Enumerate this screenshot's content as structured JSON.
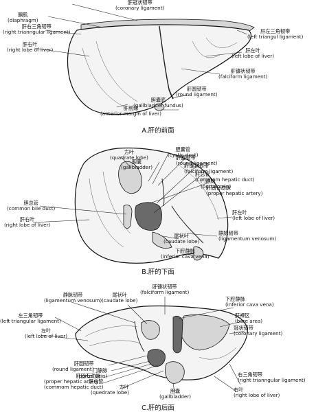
{
  "figure_a": {
    "caption": "A.肝的前面",
    "labels": {
      "coronary": {
        "zh": "肝冠状韧带",
        "en": "(coronary ligament)"
      },
      "diaphragm": {
        "zh": "膈肌",
        "en": "(diaphragm)"
      },
      "right_triangular": {
        "zh": "肝右三角韧带",
        "en": "(right trianngular ligament)"
      },
      "right_lobe": {
        "zh": "肝右叶",
        "en": "(right lobe of liver)"
      },
      "left_triangular": {
        "zh": "肝左三角韧带",
        "en": "(left triangul ligament)"
      },
      "left_lobe": {
        "zh": "肝左叶",
        "en": "(left lobe of liver)"
      },
      "falciform": {
        "zh": "肝镰状韧带",
        "en": "(falciform ligament)"
      },
      "round": {
        "zh": "肝圆韧带",
        "en": "(round ligament)"
      },
      "gallbladder_fundus": {
        "zh": "胆囊底",
        "en": "(gallbladder fundus)"
      },
      "anterior_margin": {
        "zh": "肝前缘",
        "en": "(anterior margin of liver)"
      }
    }
  },
  "figure_b": {
    "caption": "B.肝的下面",
    "labels": {
      "quadrate": {
        "zh": "方叶",
        "en": "(quadrate lobe)"
      },
      "cystic_duct": {
        "zh": "胆囊管",
        "en": "(cystic duct)"
      },
      "gallbladder": {
        "zh": "胆囊",
        "en": "(gallbladder)"
      },
      "round": {
        "zh": "肝圆韧带",
        "en": "(round ligament)"
      },
      "falciform": {
        "zh": "肝镰状韧带",
        "en": "(falciform ligament)"
      },
      "common_hepatic": {
        "zh": "肝总管",
        "en": "(commom hepatic duct)"
      },
      "portal_vein": {
        "zh": "门静脉",
        "en": "(portal vein)"
      },
      "proper_hepatic": {
        "zh": "肝固有动脉",
        "en": "(proper hepatic artery)"
      },
      "common_bile": {
        "zh": "胆总管",
        "en": "(common bile duct)"
      },
      "left_lobe": {
        "zh": "肝左叶",
        "en": "(left lobe of liver)"
      },
      "right_lobe": {
        "zh": "肝右叶",
        "en": "(right lobe of liver)"
      },
      "caudate": {
        "zh": "尾状叶",
        "en": "(caudate lobe)"
      },
      "venosum": {
        "zh": "静脉韧带",
        "en": "(ligamentum venosum)"
      },
      "ivc": {
        "zh": "下腔静脉",
        "en": "(inferior cava vena)"
      }
    }
  },
  "figure_c": {
    "caption": "C.肝的后面",
    "labels": {
      "falciform": {
        "zh": "肝镰状韧带",
        "en": "(falciform ligament)"
      },
      "caudate": {
        "zh": "尾状叶",
        "en": "(caudate lobe)"
      },
      "venosum": {
        "zh": "静脉韧带",
        "en": "(ligamentum venosum)"
      },
      "ivc": {
        "zh": "下腔静脉",
        "en": "(inferior cava vena)"
      },
      "bare_area": {
        "zh": "肝裸区",
        "en": "(bare area)"
      },
      "coronary": {
        "zh": "冠状韧带",
        "en": "(coronary ligament)"
      },
      "left_triangular": {
        "zh": "左三角韧带",
        "en": "(left triangular ligament)"
      },
      "left_lobe": {
        "zh": "左叶",
        "en": "(left lobe of liver)"
      },
      "round": {
        "zh": "肝圆韧带",
        "en": "(round ligament)"
      },
      "portal_vein": {
        "zh": "门静脉",
        "en": "(portal vein)"
      },
      "proper_hepatic": {
        "zh": "肝固有动脉",
        "en": "(proper hepatic artery)"
      },
      "common_hepatic": {
        "zh": "肝总管",
        "en": "(commom hepatic duct)"
      },
      "quadrate": {
        "zh": "方叶",
        "en": "(quedrate lobe)"
      },
      "gallbladder": {
        "zh": "胆囊",
        "en": "(gallbladder)"
      },
      "right_triangular": {
        "zh": "右三角韧带",
        "en": "(right trianngular ligament)"
      },
      "right_lobe": {
        "zh": "右叶",
        "en": "(right lobe of liver)"
      }
    }
  }
}
